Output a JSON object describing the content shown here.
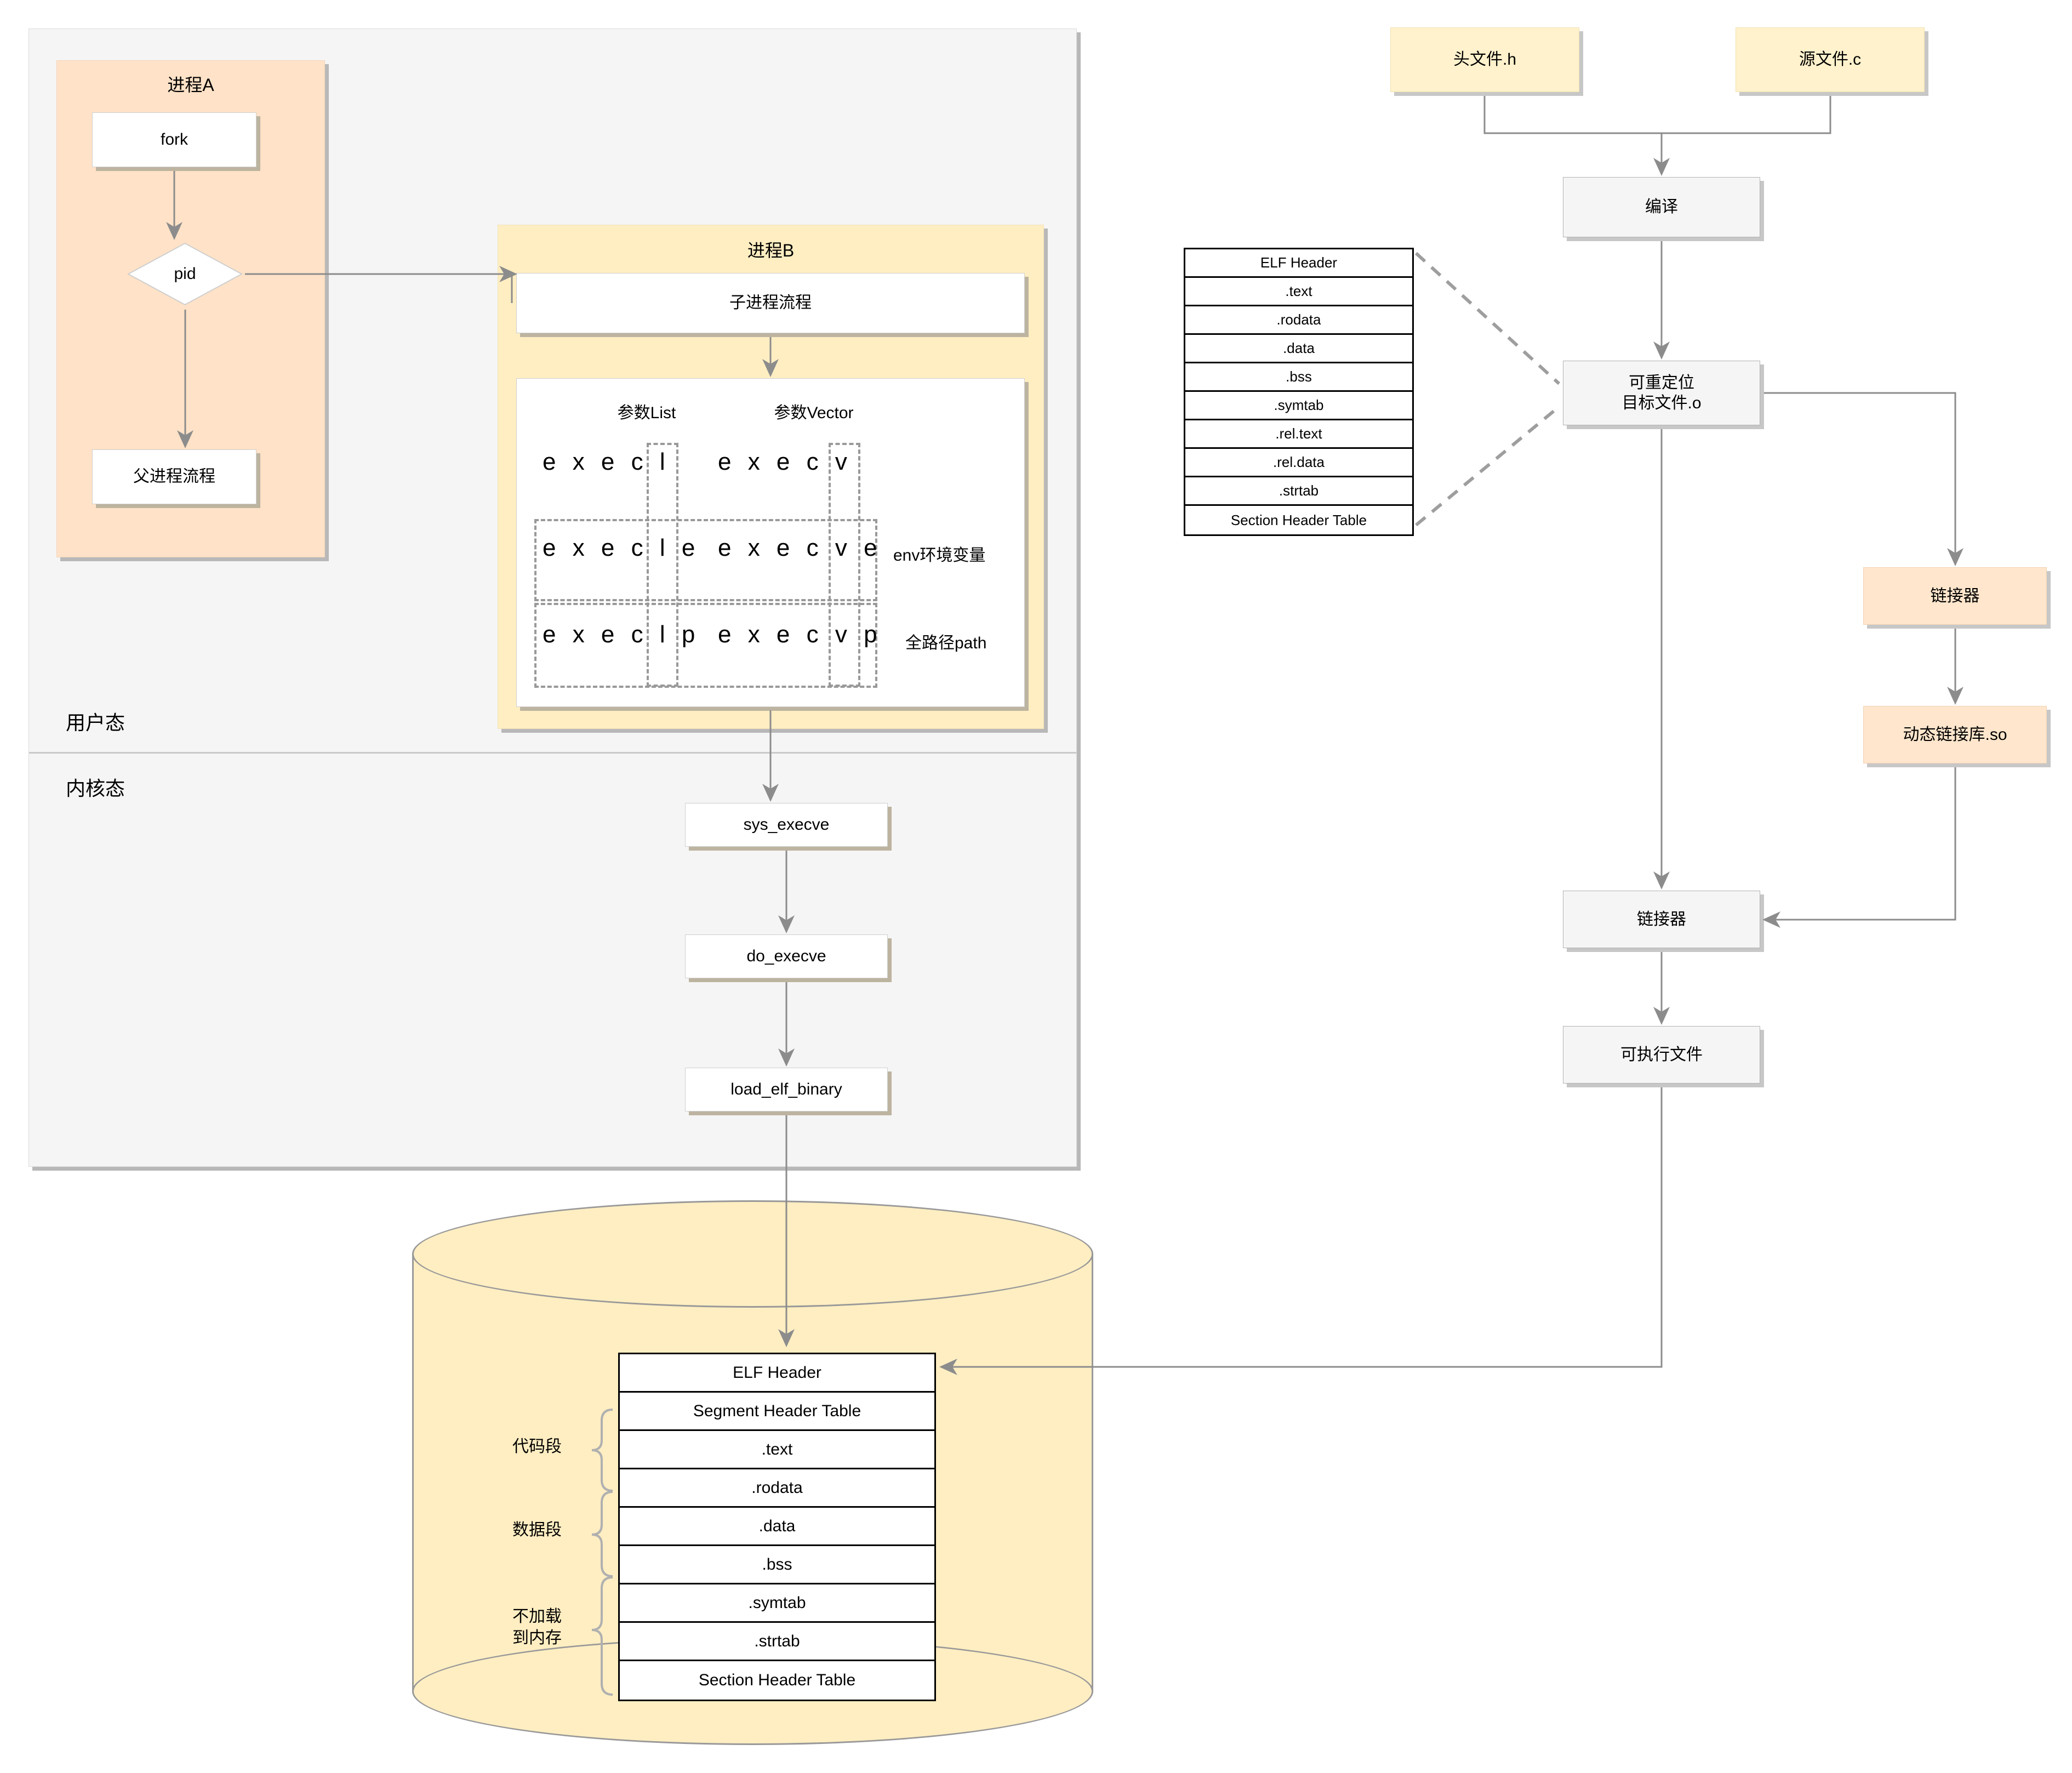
{
  "user_kernel": {
    "user_label": "用户态",
    "kernel_label": "内核态"
  },
  "process_a": {
    "title": "进程A",
    "fork": "fork",
    "pid": "pid",
    "parent_flow": "父进程流程"
  },
  "process_b": {
    "title": "进程B",
    "child_flow": "子进程流程",
    "col_list": "参数List",
    "col_vector": "参数Vector",
    "rows": [
      {
        "list": "e x e c l",
        "vector": "e x e c v",
        "note": ""
      },
      {
        "list": "e x e c l e",
        "vector": "e x e c v e",
        "note": "env环境变量"
      },
      {
        "list": "e x e c l p",
        "vector": "e x e c v p",
        "note": "全路径path"
      }
    ]
  },
  "kernel_chain": {
    "sys_execve": "sys_execve",
    "do_execve": "do_execve",
    "load_elf_binary": "load_elf_binary"
  },
  "build_chain": {
    "header_file": "头文件.h",
    "source_file": "源文件.c",
    "compile": "编译",
    "relocatable": "可重定位\n目标文件.o",
    "relocatable_line1": "可重定位",
    "relocatable_line2": "目标文件.o",
    "linker_dynamic": "链接器",
    "shared_object": "动态链接库.so",
    "linker_final": "链接器",
    "executable": "可执行文件"
  },
  "object_file_table": {
    "rows": [
      "ELF Header",
      ".text",
      ".rodata",
      ".data",
      ".bss",
      ".symtab",
      ".rel.text",
      ".rel.data",
      ".strtab",
      "Section Header Table"
    ]
  },
  "memory_image": {
    "rows": [
      "ELF Header",
      "Segment Header Table",
      ".text",
      ".rodata",
      ".data",
      ".bss",
      ".symtab",
      ".strtab",
      "Section Header Table"
    ],
    "groups": [
      {
        "label": "代码段"
      },
      {
        "label": "数据段"
      },
      {
        "label_line1": "不加载",
        "label_line2": "到内存"
      }
    ]
  },
  "colors": {
    "orange_fill": "#ffe6cc",
    "orange_container": "#ffe2c7",
    "yellow_fill": "#fff2cc",
    "yellow_container": "#ffeec2",
    "gray_fill": "#f5f5f5",
    "edge": "#999999",
    "border": "#b3b3b3"
  }
}
